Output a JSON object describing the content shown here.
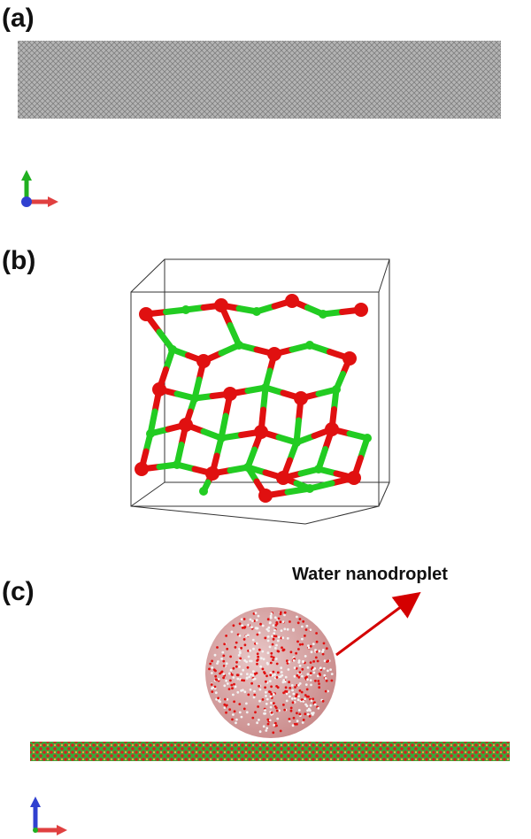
{
  "panels": {
    "a": {
      "label": "(a)"
    },
    "b": {
      "label": "(b)"
    },
    "c": {
      "label": "(c)",
      "annotation": "Water nanodroplet"
    }
  },
  "colors": {
    "carbon_gray": "#9a9a9a",
    "silicon_green": "#22cc22",
    "oxygen_red": "#e01010",
    "hydrogen_white": "#f2f2f2",
    "arrow_red": "#d40000",
    "axis_x": "#e04040",
    "axis_y": "#20b020",
    "axis_z": "#3040d0"
  }
}
